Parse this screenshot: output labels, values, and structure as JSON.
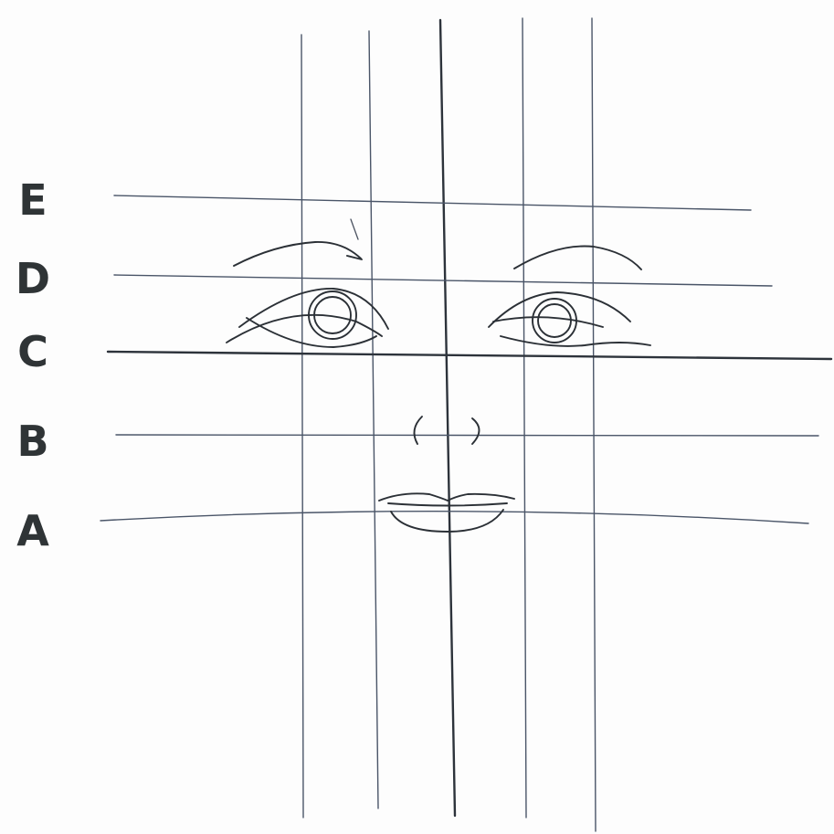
{
  "labels": {
    "E": "E",
    "D": "D",
    "C": "C",
    "B": "B",
    "A": "A"
  },
  "colors": {
    "ink": "#2b3036",
    "guide": "#4a5568",
    "paper": "#fdfdfd"
  }
}
